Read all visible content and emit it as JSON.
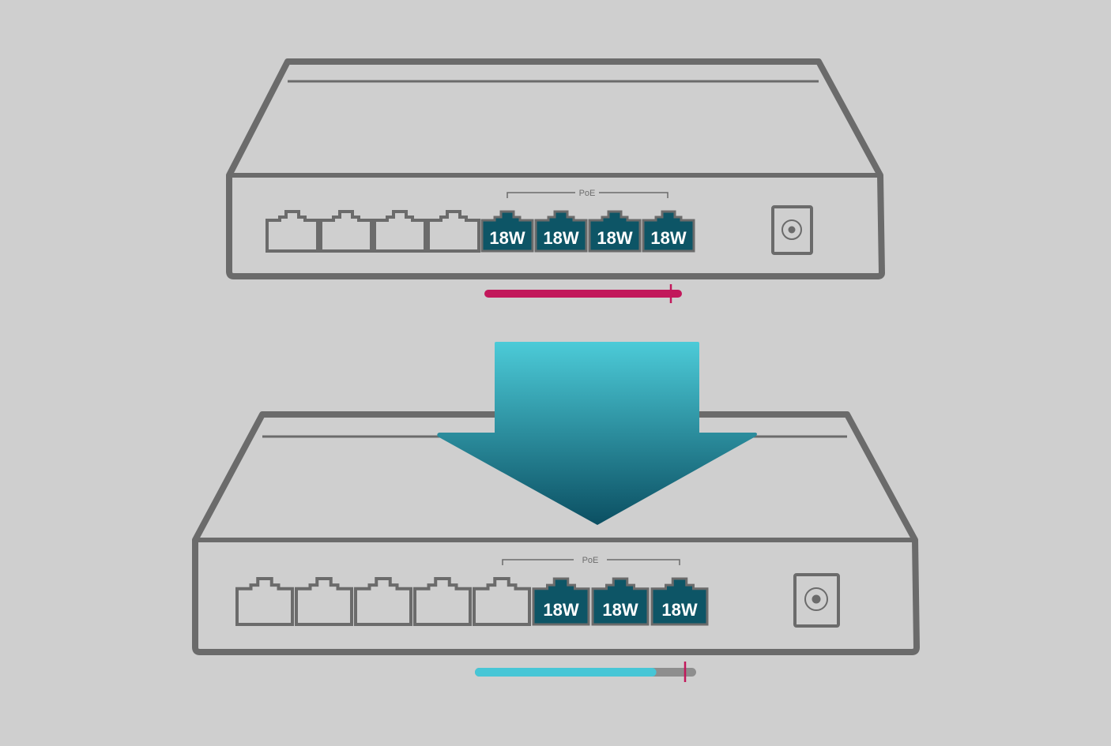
{
  "colors": {
    "background": "#cfcfcf",
    "outline": "#6b6b6b",
    "poe_port": "#0d5566",
    "upper_power_bar": "#c2185b",
    "lower_power_bar": "#47c6d6",
    "power_bar_track": "#8e8e8e",
    "limit_marker": "#c2185b",
    "arrow_top": "#4ccbd8",
    "arrow_bottom": "#0b4f62"
  },
  "switch_upper": {
    "poe_group_label": "PoE",
    "port_count": 8,
    "poe_port_count": 4,
    "poe_ports": [
      {
        "label": "18W"
      },
      {
        "label": "18W"
      },
      {
        "label": "18W"
      },
      {
        "label": "18W"
      }
    ],
    "power_budget_usage": 1.0,
    "power_budget_over_limit": true
  },
  "switch_lower": {
    "poe_group_label": "PoE",
    "port_count": 8,
    "poe_port_count": 3,
    "poe_ports": [
      {
        "label": "18W"
      },
      {
        "label": "18W"
      },
      {
        "label": "18W"
      }
    ],
    "power_budget_usage": 0.82,
    "power_budget_over_limit": false
  },
  "arrow": {
    "direction": "down"
  }
}
